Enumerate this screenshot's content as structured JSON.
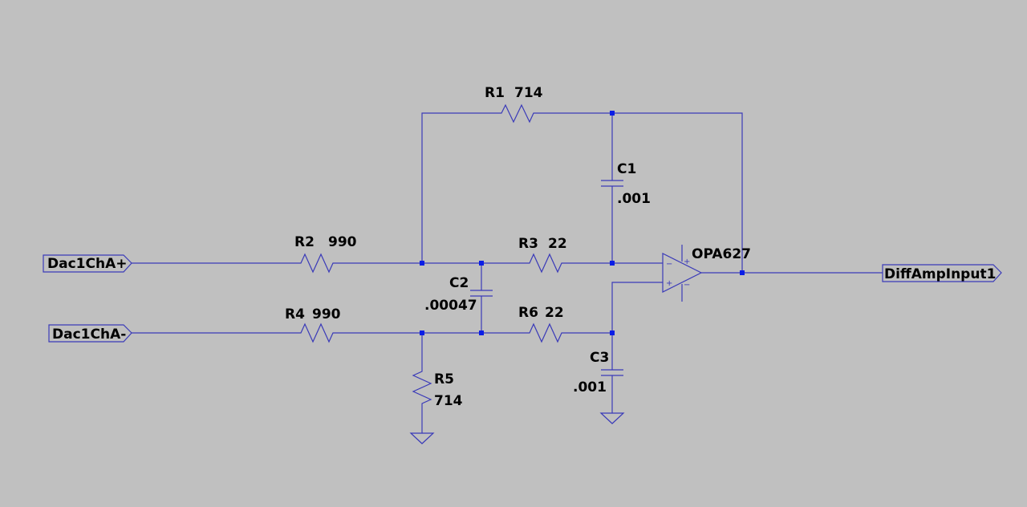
{
  "ports": {
    "in_plus": "Dac1ChA+",
    "in_minus": "Dac1ChA-",
    "output": "DiffAmpInput1"
  },
  "components": {
    "r1": {
      "ref": "R1",
      "value": "714"
    },
    "r2": {
      "ref": "R2",
      "value": "990"
    },
    "r3": {
      "ref": "R3",
      "value": "22"
    },
    "r4": {
      "ref": "R4",
      "value": "990"
    },
    "r5": {
      "ref": "R5",
      "value": "714"
    },
    "r6": {
      "ref": "R6",
      "value": "22"
    },
    "c1": {
      "ref": "C1",
      "value": ".001"
    },
    "c2": {
      "ref": "C2",
      "value": ".00047"
    },
    "c3": {
      "ref": "C3",
      "value": ".001"
    },
    "u1": {
      "ref": "OPA627"
    }
  },
  "opamp_pins": {
    "minus": "−",
    "plus": "+"
  },
  "colors": {
    "background": "#c0c0c0",
    "wire": "#3a3ab8",
    "junction": "#0a1ee6"
  }
}
